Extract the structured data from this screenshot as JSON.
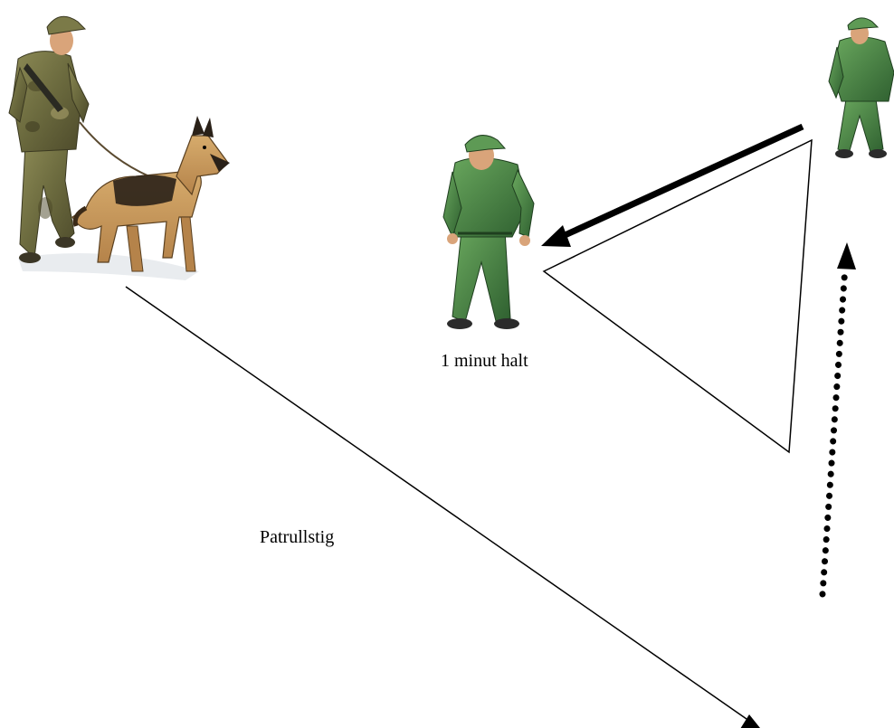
{
  "labels": {
    "halt": "1 minut halt",
    "path": "Patrullstig"
  },
  "figures": {
    "handler_with_dog": {
      "icon": "soldier-with-dog-icon"
    },
    "soldier_center": {
      "icon": "standing-soldier-icon"
    },
    "soldier_right": {
      "icon": "standing-soldier-icon"
    }
  },
  "arrows": {
    "patrol_path": {
      "style": "thin-solid"
    },
    "return": {
      "style": "thick-solid"
    },
    "approach": {
      "style": "dotted"
    }
  },
  "colors": {
    "line": "#000000",
    "uniform": "#4c8a44",
    "uniform_dark": "#2c5a2c",
    "dog_tan": "#c79a5a",
    "dog_dark": "#2a2118",
    "skin": "#d9a47a"
  }
}
